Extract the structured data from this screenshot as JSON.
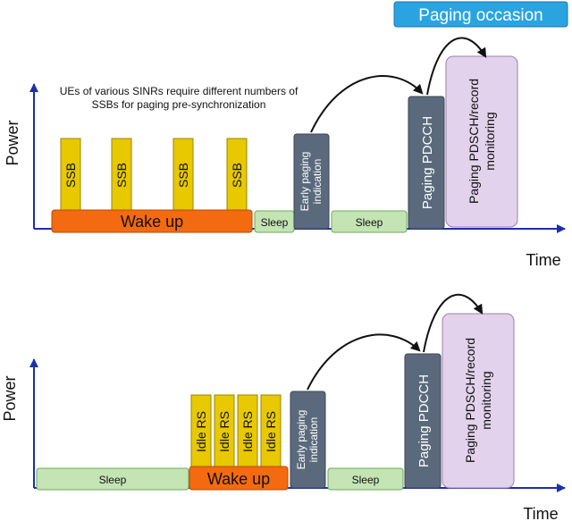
{
  "colors": {
    "axis": "#1a2fb0",
    "ssb_fill": "#e8c800",
    "ssb_stroke": "#9a8400",
    "wake_fill": "#f46a10",
    "wake_stroke": "#b84a00",
    "sleep_fill": "#c4e4b4",
    "sleep_stroke": "#6fa85c",
    "dark_fill": "#5a6a7c",
    "dark_stroke": "#394654",
    "pdsch_fill": "#e2d2ec",
    "pdsch_stroke": "#9a80aa",
    "occasion_fill": "#2aa4e0",
    "occasion_stroke": "#1878b0",
    "arrow": "#111111"
  },
  "top": {
    "power_label": "Power",
    "time_label": "Time",
    "annotation_line1": "UEs of various SINRs require different numbers of",
    "annotation_line2": "SSBs for paging pre-synchronization",
    "ssb_labels": [
      "SSB",
      "SSB",
      "SSB",
      "SSB"
    ],
    "wake_up": "Wake up",
    "sleep_short": "Sleep",
    "early_line1": "Early paging",
    "early_line2": "indication",
    "sleep_mid": "Sleep",
    "paging_pdcch": "Paging PDCCH",
    "pdsch_line1": "Paging PDSCH/record",
    "pdsch_line2": "monitoring",
    "paging_occasion": "Paging occasion"
  },
  "bottom": {
    "power_label": "Power",
    "time_label": "Time",
    "sleep_long": "Sleep",
    "idle_labels": [
      "Idle RS",
      "Idle RS",
      "Idle RS",
      "Idle RS"
    ],
    "wake_up": "Wake up",
    "early_line1": "Early paging",
    "early_line2": "indication",
    "sleep_mid": "Sleep",
    "paging_pdcch": "Paging PDCCH",
    "pdsch_line1": "Paging PDSCH/record",
    "pdsch_line2": "monitoring"
  }
}
